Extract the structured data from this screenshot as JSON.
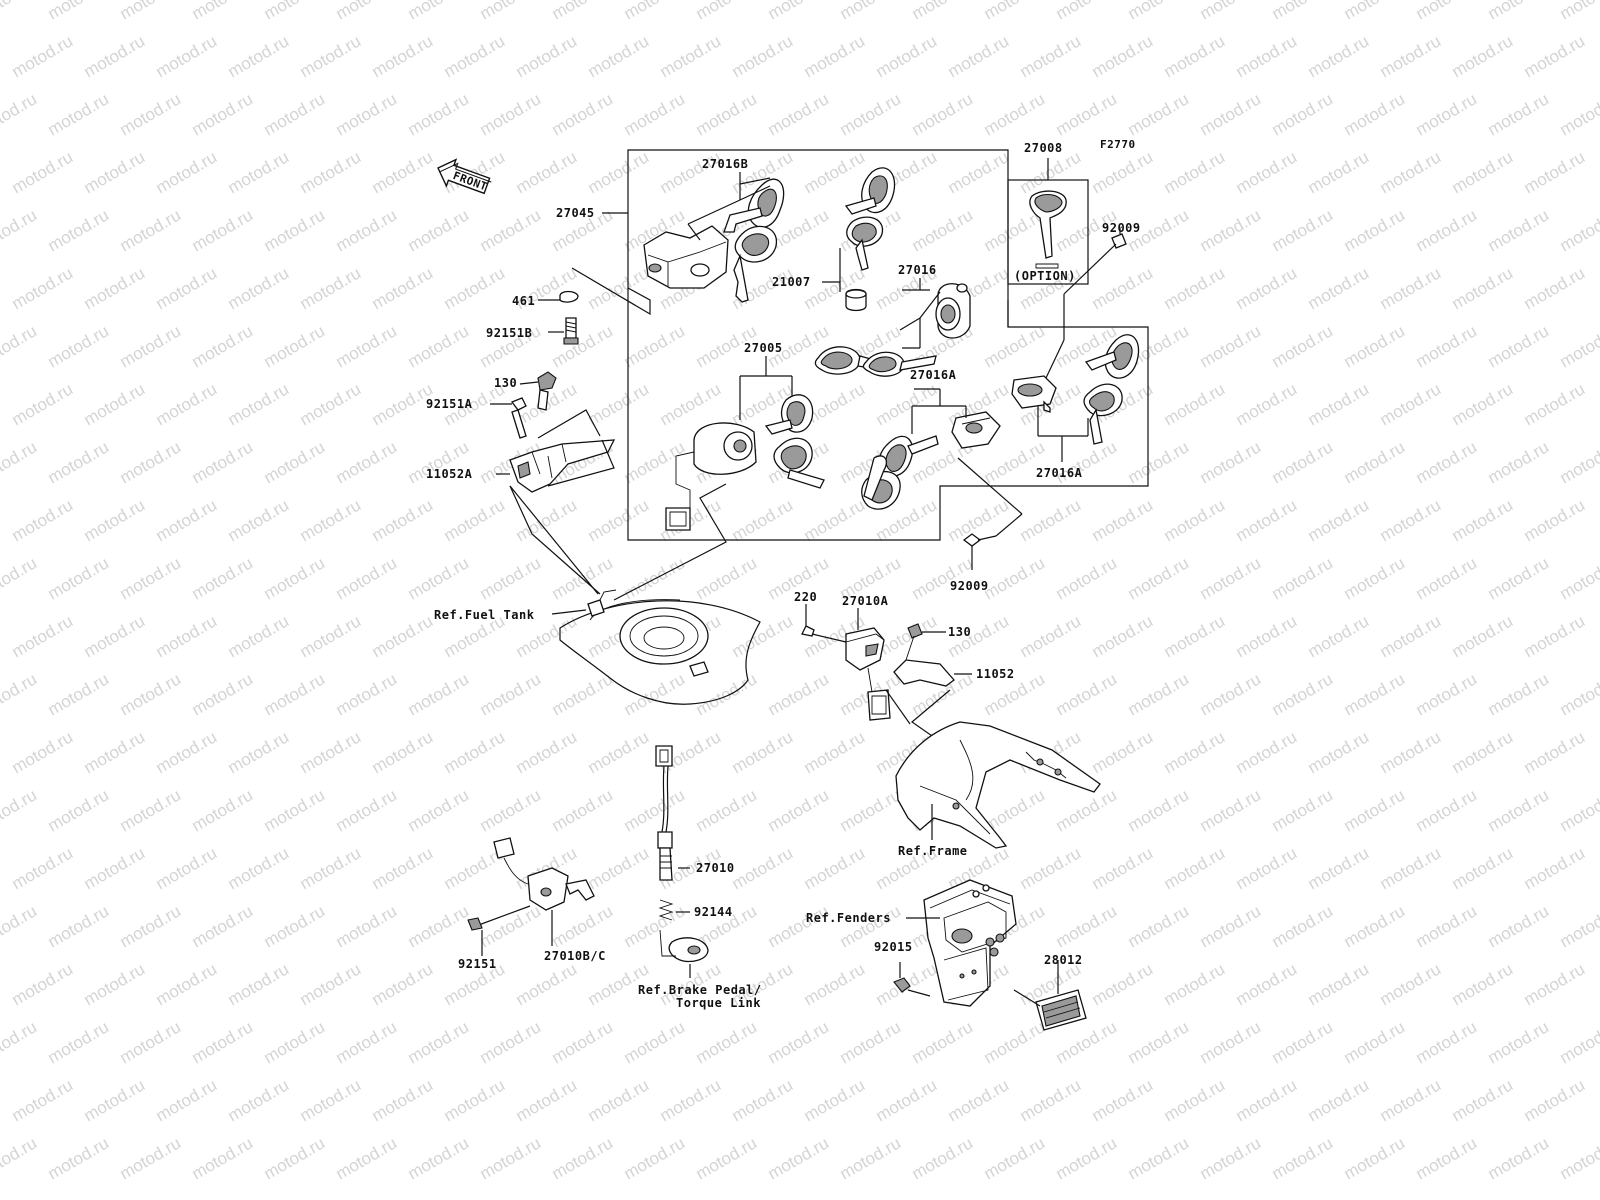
{
  "watermark": "motod.ru",
  "figure_code": "F2770",
  "front_label": "FRONT",
  "option_label": "(OPTION)",
  "parts": {
    "p27016B": "27016B",
    "p27045": "27045",
    "p461": "461",
    "p92151B": "92151B",
    "p130_top": "130",
    "p92151A": "92151A",
    "p11052A": "11052A",
    "p21007": "21007",
    "p27016": "27016",
    "p27005": "27005",
    "p27016A_mid": "27016A",
    "p27016A_right": "27016A",
    "p27008": "27008",
    "p92009_top": "92009",
    "p92009_bottom": "92009",
    "p220": "220",
    "p27010A": "27010A",
    "p130_right": "130",
    "p11052": "11052",
    "p27010": "27010",
    "p92144": "92144",
    "p92151": "92151",
    "p27010BC": "27010B/C",
    "p92015": "92015",
    "p28012": "28012"
  },
  "refs": {
    "fuel_tank": "Ref.Fuel Tank",
    "frame": "Ref.Frame",
    "fenders": "Ref.Fenders",
    "brake_pedal_1": "Ref.Brake Pedal/",
    "brake_pedal_2": "Torque Link"
  }
}
